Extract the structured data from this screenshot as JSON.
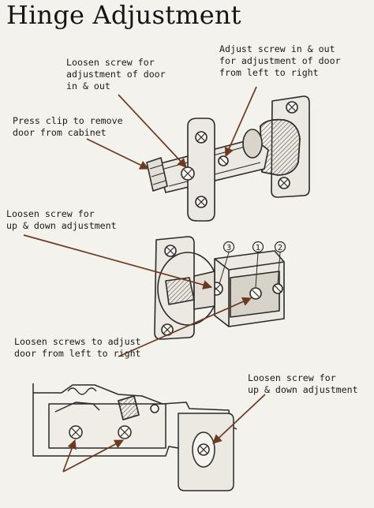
{
  "title": "Hinge Adjustment",
  "callouts": {
    "loosen_in_out": [
      "Loosen screw for",
      "adjustment of door",
      "in & out"
    ],
    "adjust_left_right": [
      "Adjust screw in & out",
      "for adjustment of door",
      "from left to right"
    ],
    "press_clip": [
      "Press clip to remove",
      "door from cabinet"
    ],
    "loosen_up_down_1": [
      "Loosen screw for",
      "up & down adjustment"
    ],
    "loosen_screws_left_right": [
      "Loosen screws to adjust",
      "door from left to right"
    ],
    "loosen_up_down_2": [
      "Loosen screw for",
      "up & down adjustment"
    ]
  },
  "screw_markers": [
    "3",
    "1",
    "2"
  ],
  "colors": {
    "line": "#2a2a2a",
    "arrow": "#6b3a22",
    "paper": "#f4f2ec",
    "metal": "#e9e6df",
    "metal_dark": "#9a958b"
  }
}
